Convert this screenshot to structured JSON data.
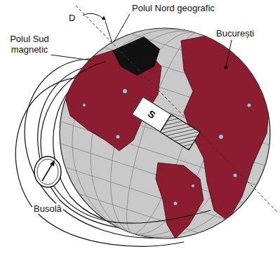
{
  "diagram": {
    "nodes": [
      {
        "text": [
          "S"
        ]
      }
    ],
    "labels": [
      "Polul Sud magnetic",
      "D",
      "Polul Nord geografic",
      "București",
      "Busolă"
    ]
  }
}
